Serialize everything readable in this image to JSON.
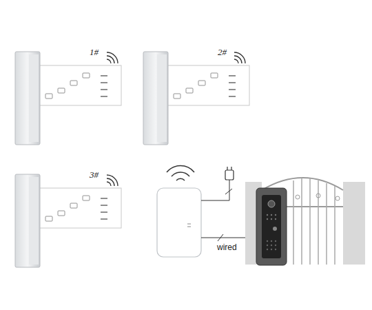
{
  "diagram": {
    "labels": [
      "1#",
      "2#",
      "3#",
      "wired"
    ]
  }
}
